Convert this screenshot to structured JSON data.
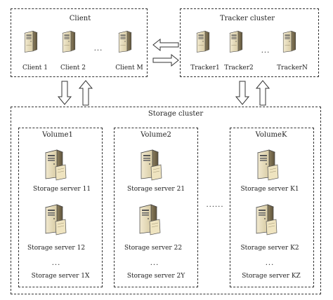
{
  "client": {
    "title": "Client",
    "nodes": [
      "Client 1",
      "Client 2",
      "Client M"
    ],
    "ellipsis": "..."
  },
  "tracker": {
    "title": "Tracker cluster",
    "nodes": [
      "Tracker1",
      "Tracker2",
      "TrackerN"
    ],
    "ellipsis": "..."
  },
  "storage": {
    "title": "Storage cluster",
    "between_volumes_ellipsis": "......",
    "volumes": [
      {
        "title": "Volume1",
        "servers": [
          "Storage server 11",
          "Storage server 12"
        ],
        "ellipsis": "...",
        "last": "Storage server 1X"
      },
      {
        "title": "Volume2",
        "servers": [
          "Storage server 21",
          "Storage server 22"
        ],
        "ellipsis": "...",
        "last": "Storage server 2Y"
      },
      {
        "title": "VolumeK",
        "servers": [
          "Storage server K1",
          "Storage server K2"
        ],
        "ellipsis": "...",
        "last": "Storage server KZ"
      }
    ]
  }
}
